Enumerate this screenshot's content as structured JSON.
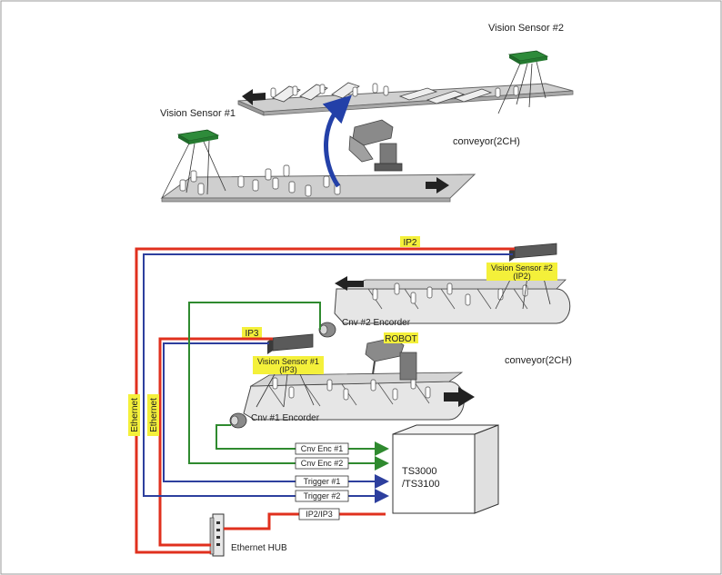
{
  "top": {
    "vision_sensor_1": "Vision Sensor #1",
    "vision_sensor_2": "Vision Sensor #2",
    "conveyor": "conveyor(2CH)"
  },
  "bottom": {
    "ip2": "IP2",
    "ip3": "IP3",
    "vision_sensor_2_line1": "Vision Sensor #2",
    "vision_sensor_2_line2": "(IP2)",
    "vision_sensor_1_line1": "Vision Sensor #1",
    "vision_sensor_1_line2": "(IP3)",
    "robot": "ROBOT",
    "conveyor": "conveyor(2CH)",
    "cnv2_encoder": "Cnv #2 Encorder",
    "cnv1_encoder": "Cnv #1 Encorder",
    "ethernet_1": "Ethernet",
    "ethernet_2": "Ethernet",
    "cnv_enc_1": "Cnv Enc #1",
    "cnv_enc_2": "Cnv Enc #2",
    "trigger_1": "Trigger #1",
    "trigger_2": "Trigger #2",
    "ip2_ip3": "IP2/IP3",
    "controller_line1": "TS3000",
    "controller_line2": "/TS3100",
    "hub": "Ethernet HUB"
  },
  "colors": {
    "ethernet": "#e0301e",
    "trigger": "#2d3f9e",
    "encoder": "#2f8a2f",
    "highlight": "#f4f03a",
    "sensor_green": "#2e8b3a",
    "belt": "#c8c8c8"
  }
}
